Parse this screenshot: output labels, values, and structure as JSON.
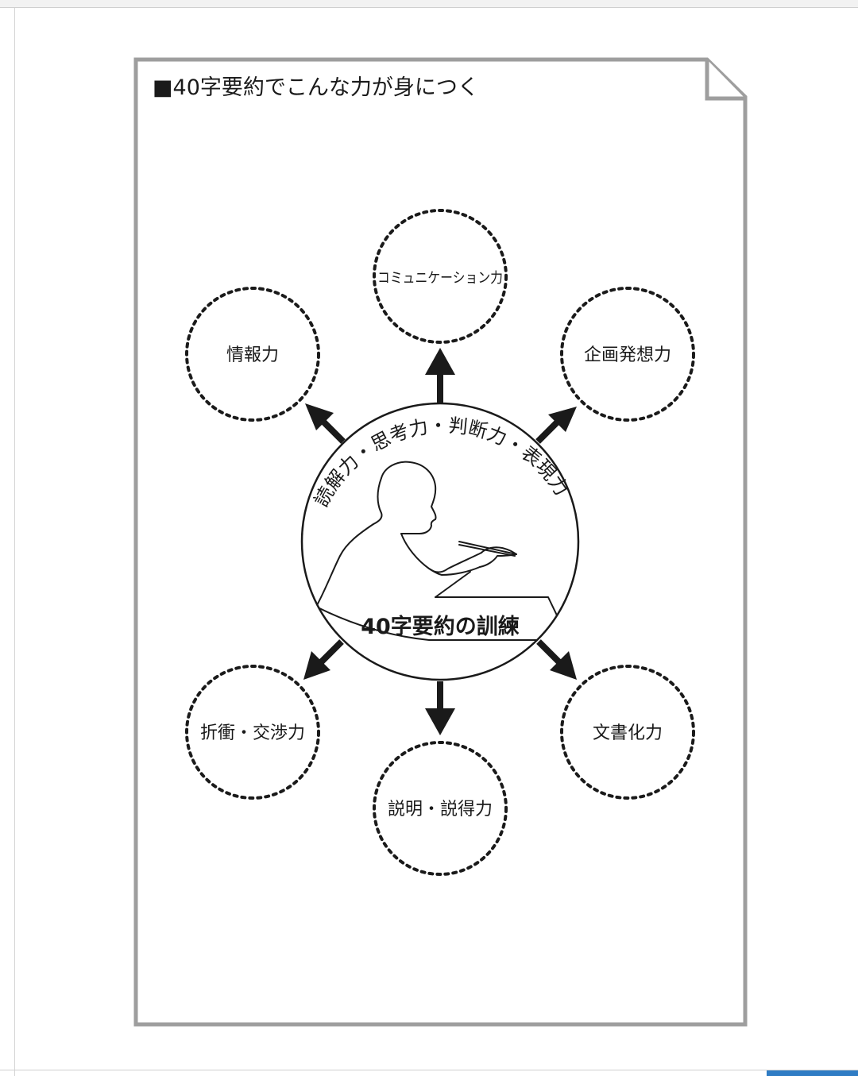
{
  "document": {
    "heading": "■40字要約でこんな力が身につく",
    "center": {
      "arc_text": "読解力・思考力・判断力・表現力",
      "caption": "40字要約の訓練"
    },
    "skills": {
      "top": "コミュニケーション力",
      "upper_left": "情報力",
      "upper_right": "企画発想力",
      "lower_left": "折衝・交渉力",
      "bottom": "説明・説得力",
      "lower_right": "文書化力"
    }
  },
  "colors": {
    "frame": "#9e9e9e",
    "ink": "#1a1a1a",
    "accent": "#2f7cc4"
  },
  "icons": [
    "person-writing-illustration",
    "arrow-icon"
  ]
}
